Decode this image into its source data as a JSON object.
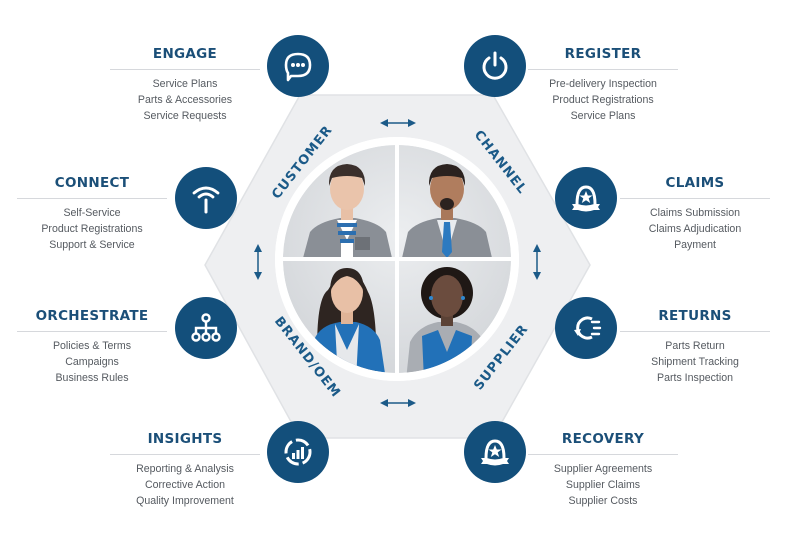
{
  "diagram": {
    "center_roles": [
      {
        "id": "customer",
        "label": "CUSTOMER"
      },
      {
        "id": "channel",
        "label": "CHANNEL"
      },
      {
        "id": "brand",
        "label": "BRAND/OEM"
      },
      {
        "id": "supplier",
        "label": "SUPPLIER"
      }
    ],
    "nodes": [
      {
        "id": "engage",
        "title": "ENGAGE",
        "icon": "chat-bubble-icon",
        "items": [
          "Service Plans",
          "Parts & Accessories",
          "Service Requests"
        ]
      },
      {
        "id": "register",
        "title": "REGISTER",
        "icon": "power-icon",
        "items": [
          "Pre-delivery Inspection",
          "Product Registrations",
          "Service Plans"
        ]
      },
      {
        "id": "connect",
        "title": "CONNECT",
        "icon": "signal-icon",
        "items": [
          "Self-Service",
          "Product Registrations",
          "Support & Service"
        ]
      },
      {
        "id": "claims",
        "title": "CLAIMS",
        "icon": "badge-ribbon-icon",
        "items": [
          "Claims Submission",
          "Claims Adjudication",
          "Payment"
        ]
      },
      {
        "id": "orchestrate",
        "title": "ORCHESTRATE",
        "icon": "hierarchy-icon",
        "items": [
          "Policies & Terms",
          "Campaigns",
          "Business Rules"
        ]
      },
      {
        "id": "returns",
        "title": "RETURNS",
        "icon": "return-cycle-icon",
        "items": [
          "Parts Return",
          "Shipment Tracking",
          "Parts Inspection"
        ]
      },
      {
        "id": "insights",
        "title": "INSIGHTS",
        "icon": "analytics-icon",
        "items": [
          "Reporting & Analysis",
          "Corrective Action",
          "Quality Improvement"
        ]
      },
      {
        "id": "recovery",
        "title": "RECOVERY",
        "icon": "badge-ribbon-icon",
        "items": [
          "Supplier Agreements",
          "Supplier Claims",
          "Supplier Costs"
        ]
      }
    ],
    "colors": {
      "node_fill": "#134f7b",
      "title_text": "#1b4f78",
      "body_text": "#555a60",
      "hexagon_fill": "#eeeff1",
      "accent_blue": "#1a6fb0"
    }
  }
}
